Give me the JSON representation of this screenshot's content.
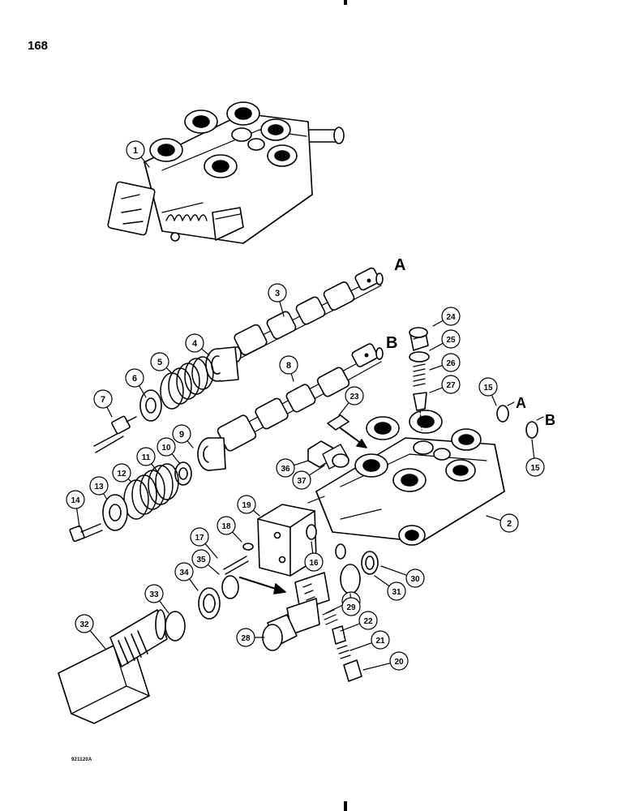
{
  "page_number": "168",
  "figure_code": "921120A",
  "flow_letters": {
    "a": "A",
    "b": "B"
  },
  "callouts": [
    {
      "id": "c1",
      "label": "1"
    },
    {
      "id": "c2",
      "label": "2"
    },
    {
      "id": "c3",
      "label": "3"
    },
    {
      "id": "c4",
      "label": "4"
    },
    {
      "id": "c5",
      "label": "5"
    },
    {
      "id": "c6",
      "label": "6"
    },
    {
      "id": "c7",
      "label": "7"
    },
    {
      "id": "c8",
      "label": "8"
    },
    {
      "id": "c9",
      "label": "9"
    },
    {
      "id": "c10",
      "label": "10"
    },
    {
      "id": "c11",
      "label": "11"
    },
    {
      "id": "c12",
      "label": "12"
    },
    {
      "id": "c13",
      "label": "13"
    },
    {
      "id": "c14",
      "label": "14"
    },
    {
      "id": "c15a",
      "label": "15"
    },
    {
      "id": "c15b",
      "label": "15"
    },
    {
      "id": "c16",
      "label": "16"
    },
    {
      "id": "c17",
      "label": "17"
    },
    {
      "id": "c18",
      "label": "18"
    },
    {
      "id": "c19",
      "label": "19"
    },
    {
      "id": "c20",
      "label": "20"
    },
    {
      "id": "c21a",
      "label": "21"
    },
    {
      "id": "c21b",
      "label": "21"
    },
    {
      "id": "c22",
      "label": "22"
    },
    {
      "id": "c23",
      "label": "23"
    },
    {
      "id": "c24",
      "label": "24"
    },
    {
      "id": "c25",
      "label": "25"
    },
    {
      "id": "c26",
      "label": "26"
    },
    {
      "id": "c27",
      "label": "27"
    },
    {
      "id": "c28",
      "label": "28"
    },
    {
      "id": "c29",
      "label": "29"
    },
    {
      "id": "c30",
      "label": "30"
    },
    {
      "id": "c31",
      "label": "31"
    },
    {
      "id": "c32",
      "label": "32"
    },
    {
      "id": "c33",
      "label": "33"
    },
    {
      "id": "c34",
      "label": "34"
    },
    {
      "id": "c35",
      "label": "35"
    },
    {
      "id": "c36",
      "label": "36"
    },
    {
      "id": "c37",
      "label": "37"
    }
  ]
}
